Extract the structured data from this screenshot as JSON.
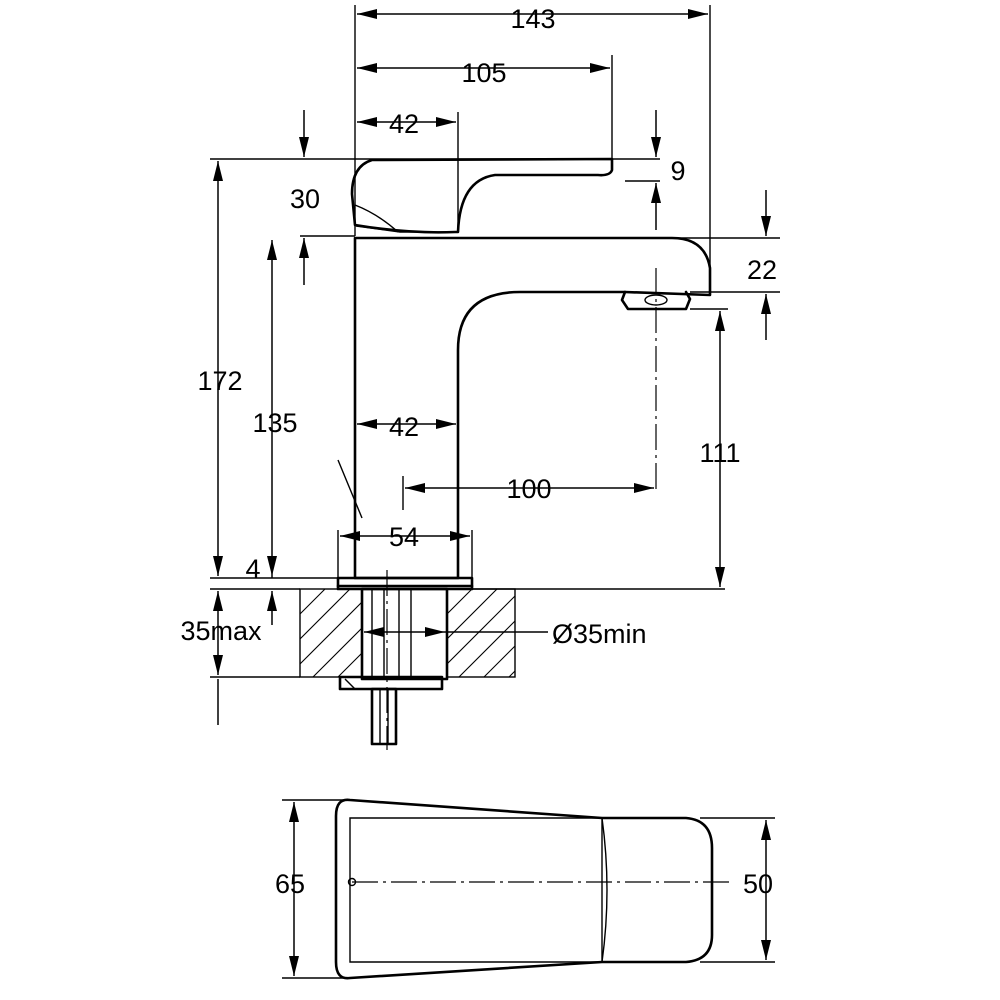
{
  "dimensions": {
    "overall_width": "143",
    "handle_reach": "105",
    "handle_width": "42",
    "handle_tip": "9",
    "handle_height": "30",
    "spout_thickness": "22",
    "total_height": "172",
    "body_height": "135",
    "outlet_height": "111",
    "body_width": "42",
    "spout_projection": "100",
    "base_width": "54",
    "base_plate": "4",
    "counter_thickness": "35max",
    "hole_diameter": "Ø35min",
    "plan_length": "65",
    "plan_width": "50"
  }
}
